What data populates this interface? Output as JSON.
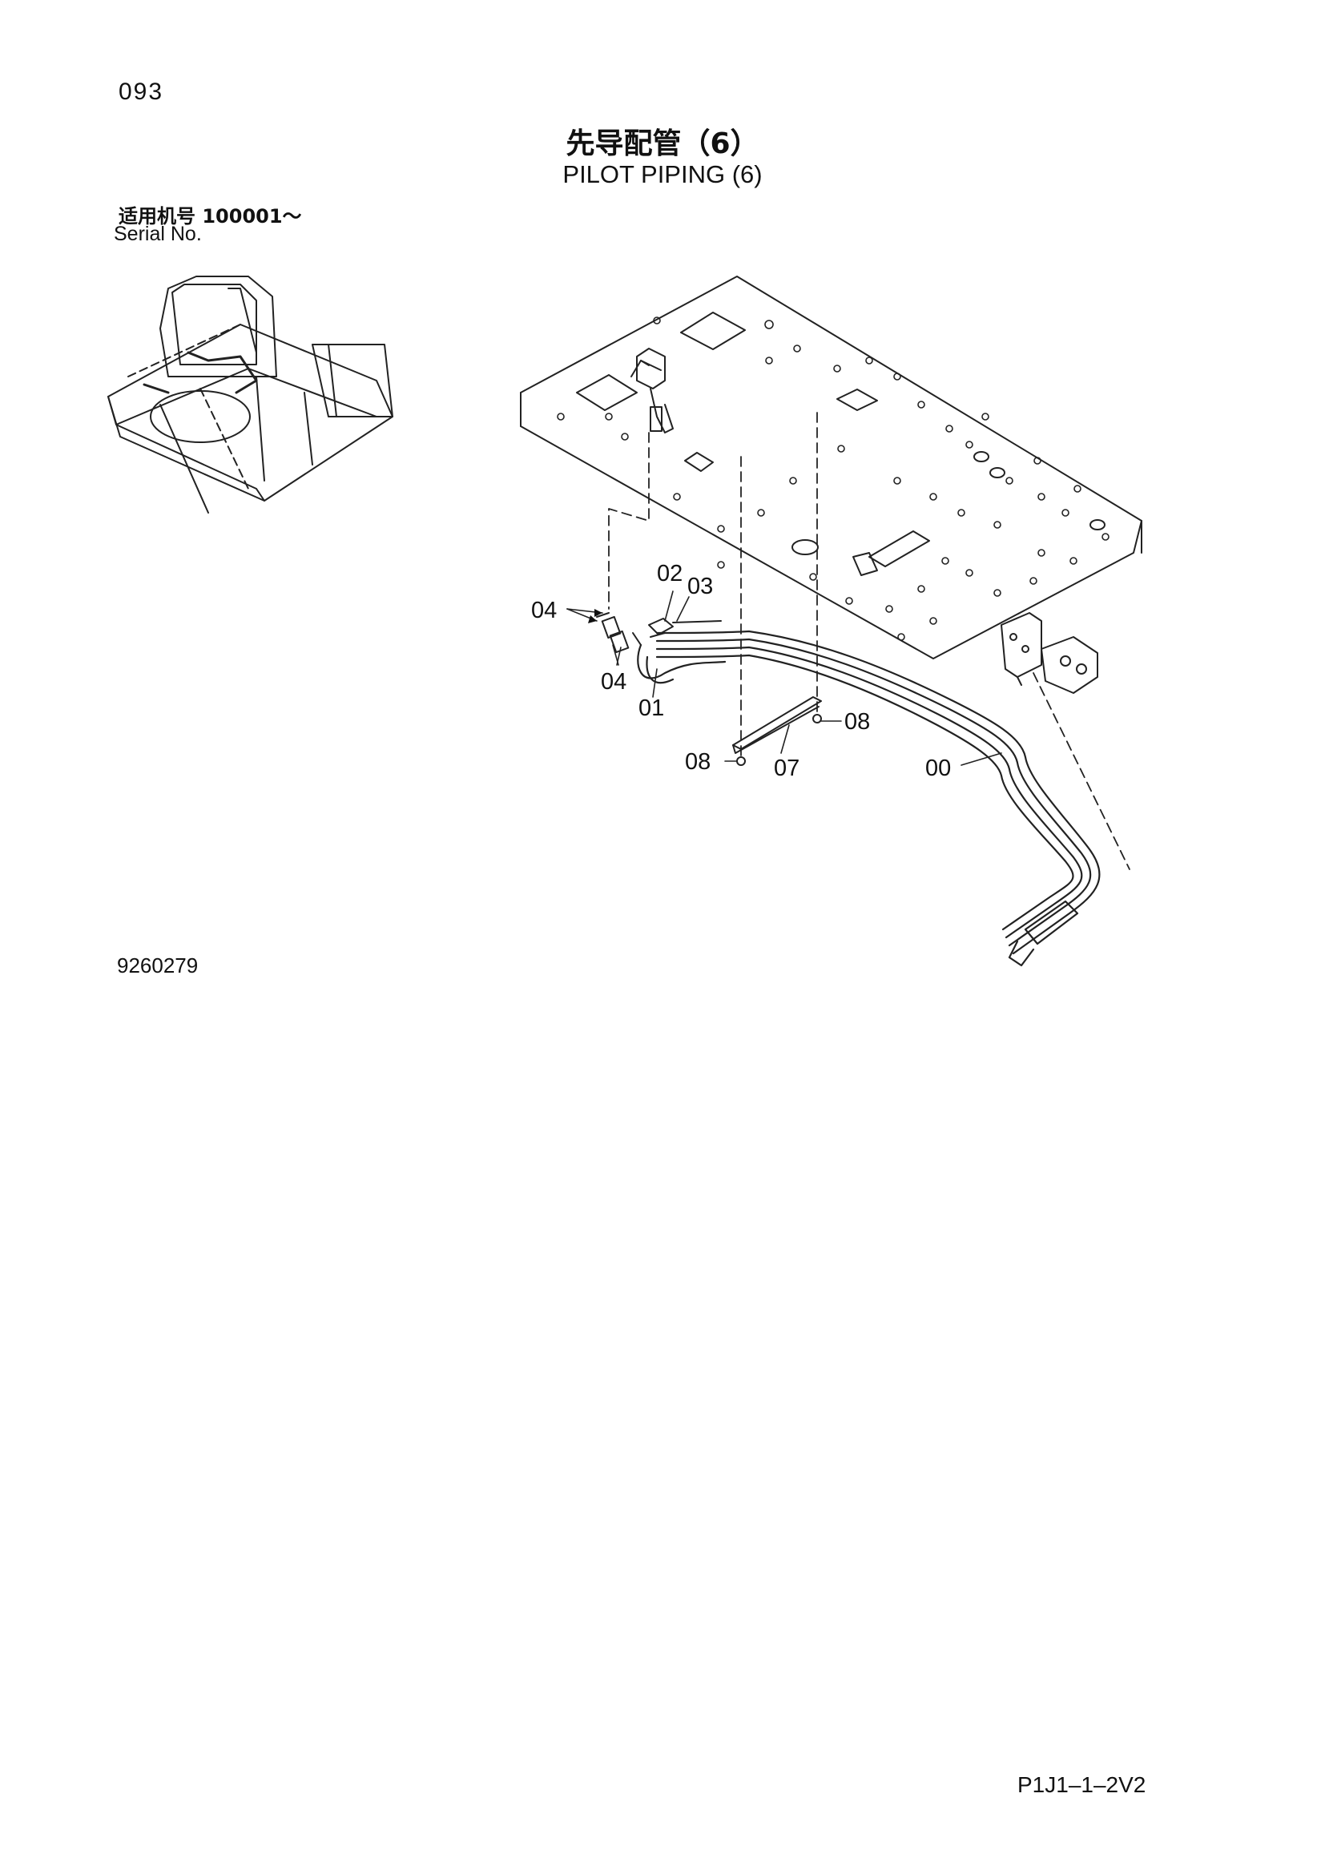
{
  "header": {
    "page_number": "093",
    "title_cn": "先导配管（6）",
    "title_en": "PILOT PIPING (6)",
    "serial_cn": "适用机号  100001～",
    "serial_en": "Serial No."
  },
  "diagram": {
    "callouts": [
      "04",
      "02",
      "03",
      "04",
      "01",
      "08",
      "08",
      "07",
      "00"
    ]
  },
  "footer": {
    "drawing_number": "9260279",
    "document_code": "P1J1–1–2V2"
  }
}
